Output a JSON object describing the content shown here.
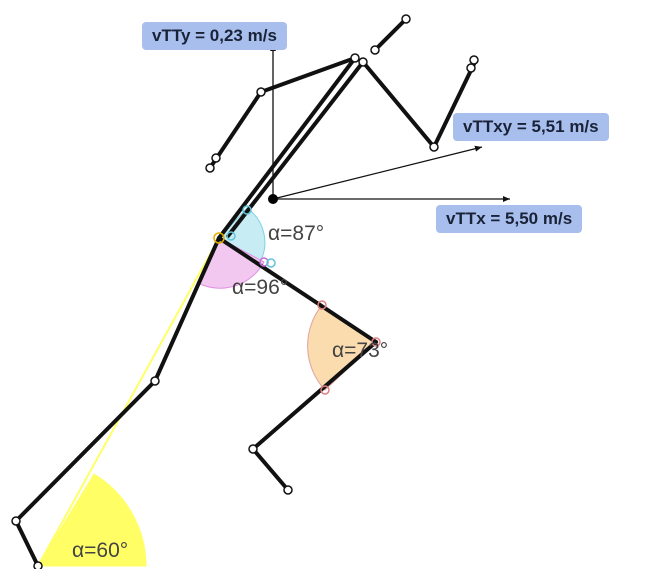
{
  "velocities": {
    "vy": {
      "text": "vTTy = 0,23 m/s"
    },
    "vxy": {
      "text": "vTTxy = 5,51 m/s"
    },
    "vx": {
      "text": "vTTx = 5,50 m/s"
    }
  },
  "angles": {
    "hip_upper": "α=87°",
    "hip_lower": "α=96°",
    "knee": "α=73°",
    "ankle": "α=60°"
  },
  "colors": {
    "label_bg": "#a8bfee",
    "hip_upper_wedge": "#c8ecf4",
    "hip_lower_wedge": "#f3c8f0",
    "knee_wedge": "#fbdcae",
    "ankle_wedge": "#ffff55",
    "segment": "#111111"
  }
}
